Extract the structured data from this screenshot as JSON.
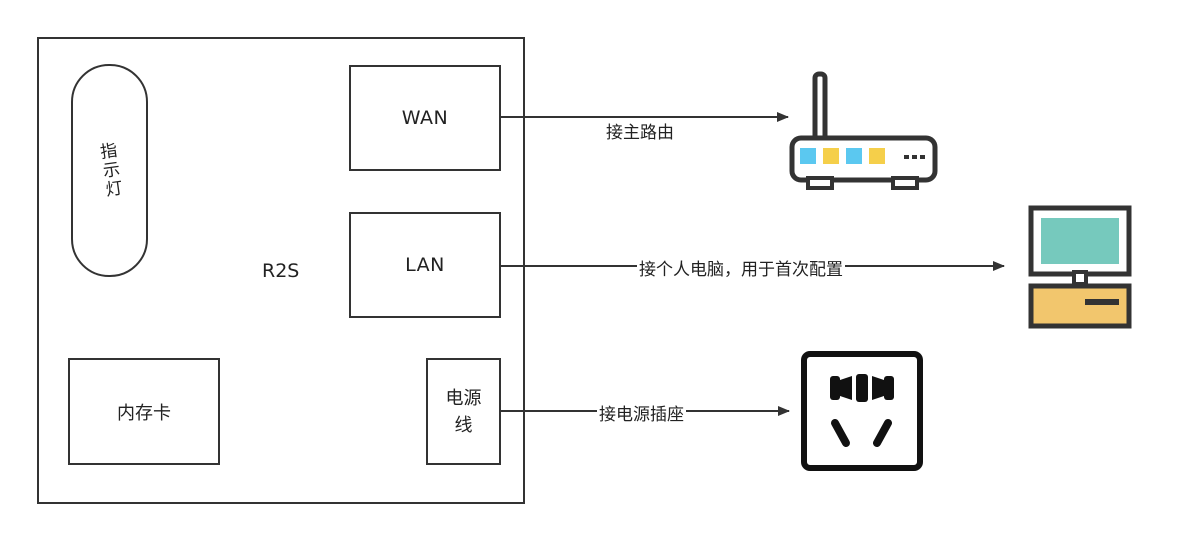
{
  "device": {
    "name": "R2S",
    "indicator_label": "指示灯",
    "memory_card_label": "内存卡",
    "ports": {
      "wan": "WAN",
      "lan": "LAN",
      "power": "电源线"
    }
  },
  "connections": {
    "wan_label": "接主路由",
    "lan_label": "接个人电脑，用于首次配置",
    "power_label": "接电源插座"
  },
  "icons": {
    "router": "router-icon",
    "computer": "computer-icon",
    "socket": "power-socket-icon"
  },
  "colors": {
    "stroke": "#333333",
    "router_blue": "#5bc8f0",
    "router_yellow": "#f5cf4a",
    "screen": "#76c9bd",
    "pc_case": "#f2c66d",
    "socket": "#111111"
  }
}
